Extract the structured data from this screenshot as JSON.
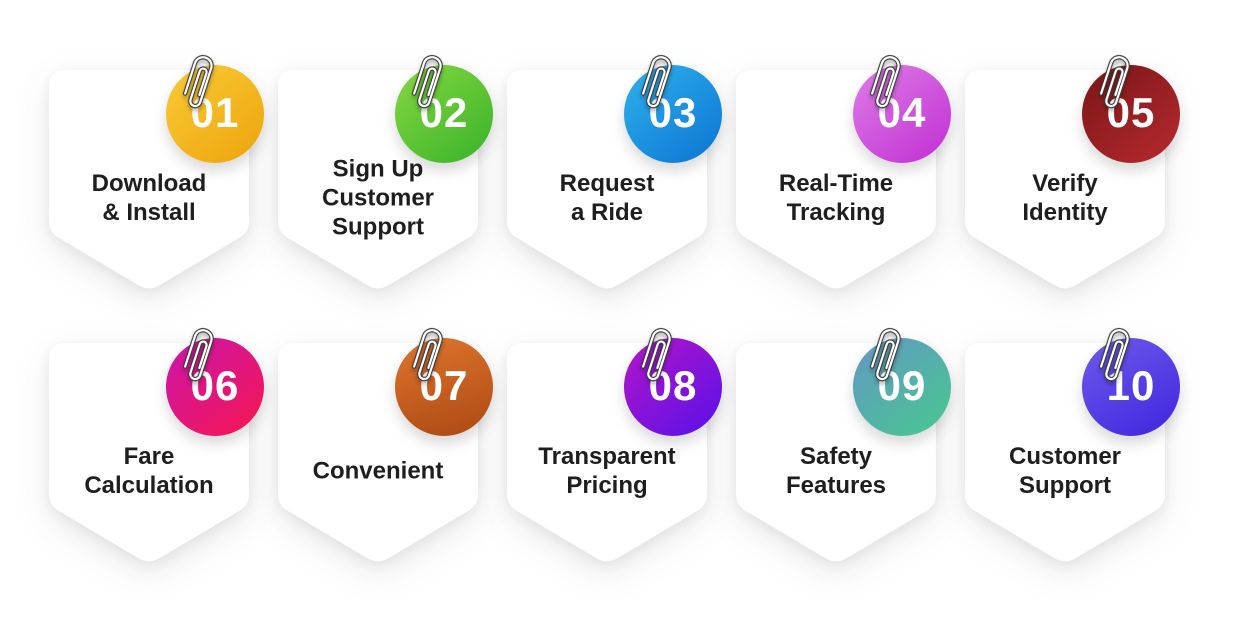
{
  "page": {
    "background": "#ffffff",
    "card_fill": "#ffffff",
    "title_text_color": "#1e1e1e",
    "number_text_color": "#ffffff",
    "paperclip_icon": "paperclip"
  },
  "cards": [
    {
      "number": "01",
      "title": "Download\n& Install",
      "color_from": "#F9CB37",
      "color_to": "#EDA40C",
      "circle_style": "background:linear-gradient(140deg,#F9CB37 0%,#EDA40C 100%)"
    },
    {
      "number": "02",
      "title": "Sign Up\nCustomer\nSupport",
      "color_from": "#85D840",
      "color_to": "#39B22A",
      "circle_style": "background:linear-gradient(140deg,#85D840 0%,#39B22A 100%)"
    },
    {
      "number": "03",
      "title": "Request\na Ride",
      "color_from": "#2FB2EC",
      "color_to": "#0C73D3",
      "circle_style": "background:linear-gradient(140deg,#2FB2EC 0%,#0C73D3 100%)"
    },
    {
      "number": "04",
      "title": "Real-Time\nTracking",
      "color_from": "#DE7EE7",
      "color_to": "#C02ED2",
      "circle_style": "background:linear-gradient(140deg,#DE7EE7 0%,#C02ED2 100%)"
    },
    {
      "number": "05",
      "title": "Verify\nIdentity",
      "color_from": "#7A1517",
      "color_to": "#B62A2E",
      "circle_style": "background:linear-gradient(140deg,#7A1517 0%,#B62A2E 100%)"
    },
    {
      "number": "06",
      "title": "Fare\nCalculation",
      "color_from": "#CC15AD",
      "color_to": "#F5164E",
      "circle_style": "background:linear-gradient(140deg,#CC15AD 0%,#F5164E 100%)"
    },
    {
      "number": "07",
      "title": "Convenient",
      "color_from": "#DF752E",
      "color_to": "#AC4913",
      "circle_style": "background:linear-gradient(165deg,#DF752E 0%,#AC4913 100%)"
    },
    {
      "number": "08",
      "title": "Transparent\nPricing",
      "color_from": "#B514C8",
      "color_to": "#5712E9",
      "circle_style": "background:linear-gradient(140deg,#B514C8 0%,#5712E9 100%)"
    },
    {
      "number": "09",
      "title": "Safety\nFeatures",
      "color_from": "#6397C5",
      "color_to": "#47C98E",
      "circle_style": "background:linear-gradient(140deg,#6397C5 0%,#47C98E 100%)"
    },
    {
      "number": "10",
      "title": "Customer\nSupport",
      "color_from": "#6E5BEE",
      "color_to": "#3E25DC",
      "circle_style": "background:linear-gradient(150deg,#6E5BEE 0%,#3E25DC 100%)"
    }
  ]
}
